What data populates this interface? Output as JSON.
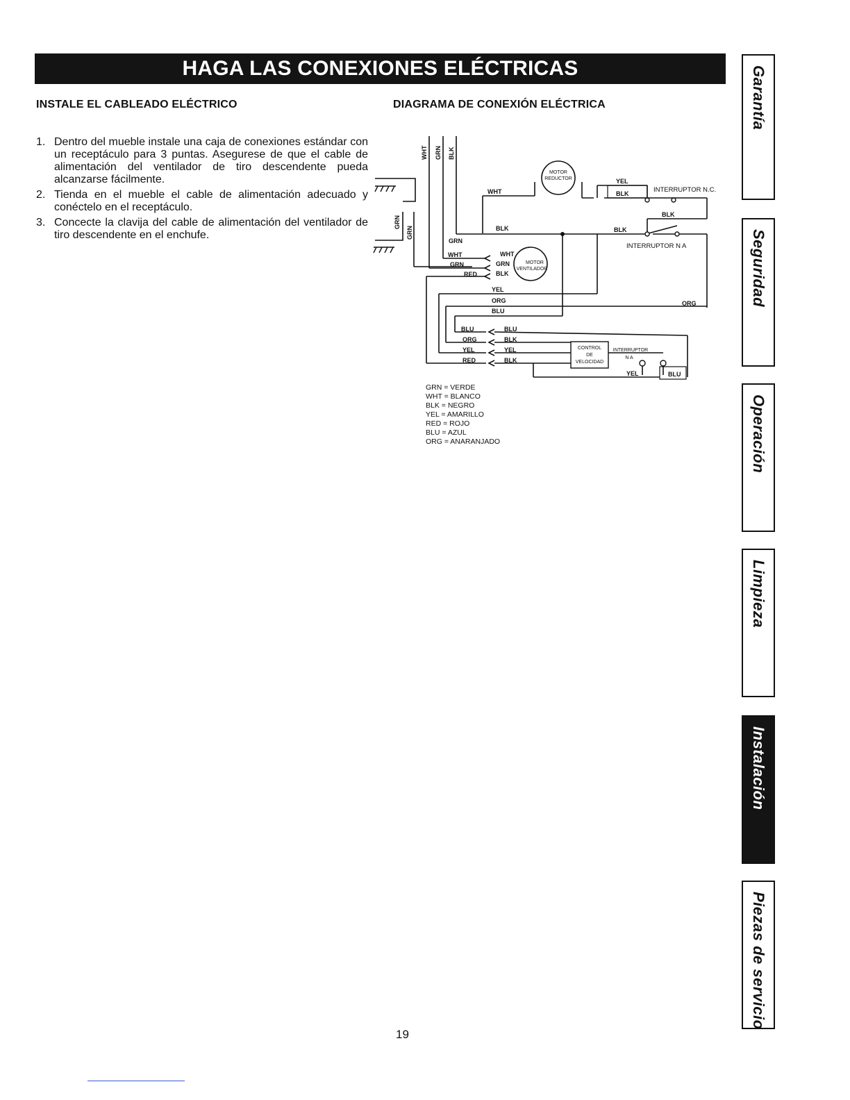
{
  "banner": {
    "title": "HAGA LAS CONEXIONES ELÉCTRICAS"
  },
  "left_section": {
    "heading": "INSTALE EL CABLEADO ELÉCTRICO",
    "steps": [
      {
        "num": "1.",
        "text": "Dentro del mueble instale una caja de conexiones estándar con un receptáculo para 3 puntas. Asegurese de que el cable de alimentación del ventilador de tiro descendente pueda alcanzarse fácilmente."
      },
      {
        "num": "2.",
        "text": "Tienda en el mueble el cable de alimentación adecuado y conéctelo en el receptáculo."
      },
      {
        "num": "3.",
        "text": "Concecte la clavija del cable de alimentación del ventilador de tiro descendente en el enchufe."
      }
    ]
  },
  "right_section": {
    "heading": "DIAGRAMA DE CONEXIÓN ELÉCTRICA"
  },
  "diagram": {
    "labels": {
      "wht": "WHT",
      "grn": "GRN",
      "blk": "BLK",
      "yel": "YEL",
      "red": "RED",
      "orgw": "ORG",
      "org": "ORG",
      "blu": "BLU",
      "motor": "MOTOR",
      "reductor": "REDUCTOR",
      "ventilador": "VENTILADOR",
      "interruptor_nc": "INTERRUPTOR N.C.",
      "interruptor_na": "INTERRUPTOR N A",
      "control": "CONTROL",
      "de": "DE",
      "velocidad": "VELOCIDAD",
      "interruptor_small": "INTERRUPTOR",
      "na_small": "N A"
    }
  },
  "legend": [
    "GRN = VERDE",
    "WHT = BLANCO",
    "BLK = NEGRO",
    "YEL = AMARILLO",
    "RED = ROJO",
    "BLU = AZUL",
    "ORG = ANARANJADO"
  ],
  "tabs": [
    {
      "label": "Garantía",
      "active": false
    },
    {
      "label": "Seguridad",
      "active": false
    },
    {
      "label": "Operación",
      "active": false
    },
    {
      "label": "Limpieza",
      "active": false
    },
    {
      "label": "Instalación",
      "active": true
    },
    {
      "label": "Piezas de servicio",
      "active": false
    }
  ],
  "page_number": "19"
}
